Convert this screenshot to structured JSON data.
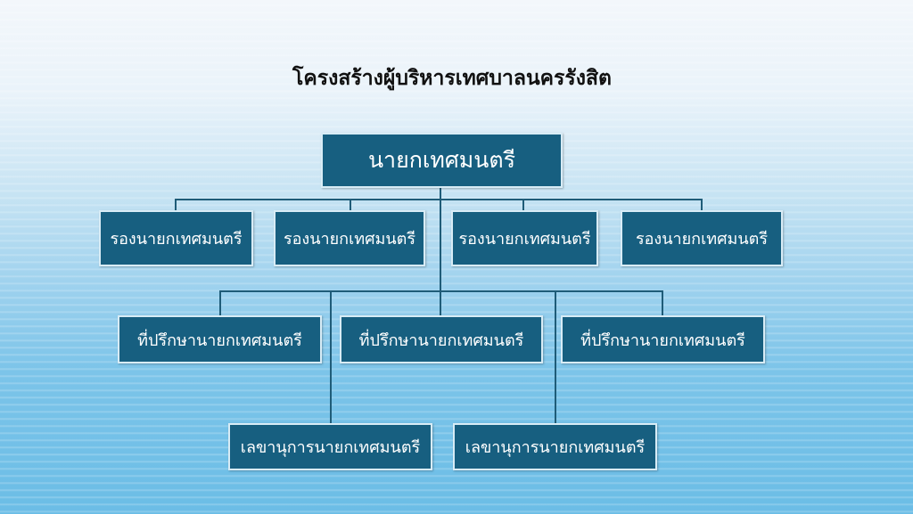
{
  "title": "โครงสร้างผู้บริหารเทศบาลนครรังสิต",
  "mayor": "นายกเทศมนตรี",
  "deputies": [
    "รองนายกเทศมนตรี",
    "รองนายกเทศมนตรี",
    "รองนายกเทศมนตรี",
    "รองนายกเทศมนตรี"
  ],
  "advisors": [
    "ที่ปรึกษานายกเทศมนตรี",
    "ที่ปรึกษานายกเทศมนตรี",
    "ที่ปรึกษานายกเทศมนตรี"
  ],
  "secretaries": [
    "เลขานุการนายกเทศมนตรี",
    "เลขานุการนายกเทศมนตรี"
  ],
  "colors": {
    "box": "#175f80",
    "line": "#1f5c78"
  }
}
